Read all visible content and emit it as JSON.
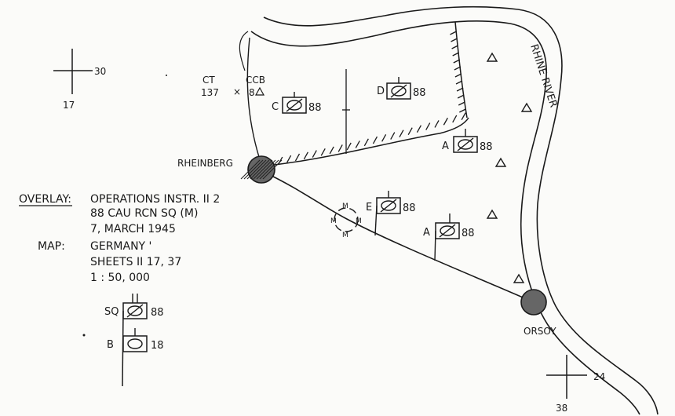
{
  "map": {
    "river_label": "RHINE RIVER",
    "towns": [
      {
        "name": "RHEINBERG"
      },
      {
        "name": "ORSOY"
      }
    ],
    "grid_refs": [
      {
        "label_a": "30",
        "label_b": "17"
      },
      {
        "label_a": "24",
        "label_b": "38"
      }
    ],
    "upper_labels": {
      "ct": "CT",
      "ct_num": "137",
      "ccb": "CCB",
      "ccb_num": "8"
    },
    "units": [
      {
        "letter": "C",
        "number": "88"
      },
      {
        "letter": "D",
        "number": "88"
      },
      {
        "letter": "A",
        "number": "88"
      },
      {
        "letter": "E",
        "number": "88"
      },
      {
        "letter": "A",
        "number": "88"
      }
    ],
    "checkpoint_letters": [
      "M",
      "M",
      "M",
      "M"
    ]
  },
  "overlay": {
    "heading": "OVERLAY:",
    "line1": "OPERATIONS INSTR. II 2",
    "line2": "88 CAU RCN SQ (M)",
    "line3": "7, MARCH 1945",
    "map_heading": "MAP:",
    "map_line1": "GERMANY '",
    "map_line2": "SHEETS II 17, 37",
    "map_line3": "1 : 50, 000"
  },
  "legend": {
    "sq_label": "SQ",
    "sq_number": "88",
    "b_label": "B",
    "b_number": "18"
  }
}
